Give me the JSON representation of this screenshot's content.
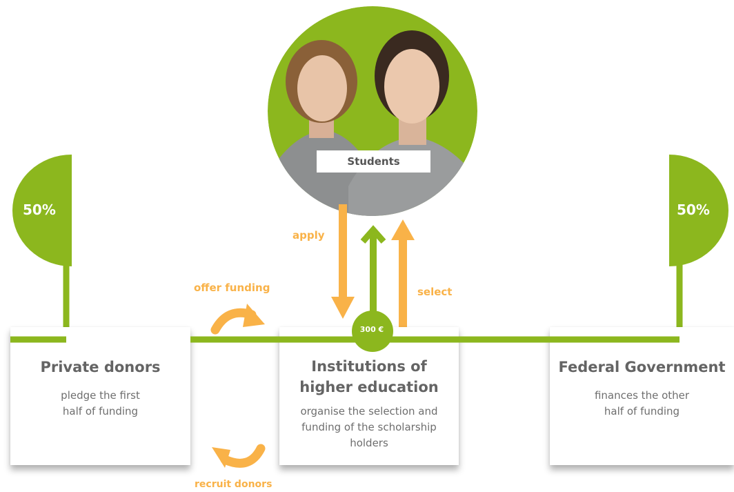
{
  "colors": {
    "green": "#8cb71e",
    "orange": "#f9b248",
    "text_gray": "#646464",
    "skin": "#e8c4a8",
    "hair_dark": "#3a2a20",
    "hair_light": "#8a6038",
    "shirt": "#8d8f90"
  },
  "icons": [
    "students-photo",
    "curved-arrow-right-icon",
    "curved-arrow-left-icon",
    "arrow-up-icon",
    "arrow-down-icon"
  ],
  "students": {
    "label": "Students"
  },
  "center_amount": "300 €",
  "funding_shares": {
    "left": "50%",
    "right": "50%"
  },
  "arrows": {
    "apply": "apply",
    "select": "select",
    "offer_funding": "offer funding",
    "recruit_donors": "recruit donors"
  },
  "boxes": {
    "private_donors": {
      "title": "Private donors",
      "desc": "pledge the first half of funding"
    },
    "institutions": {
      "title": "Institutions of higher education",
      "desc": "organise the selection and funding of the scholarship holders"
    },
    "federal": {
      "title": "Federal Government",
      "desc": "finances the other half of funding"
    }
  }
}
